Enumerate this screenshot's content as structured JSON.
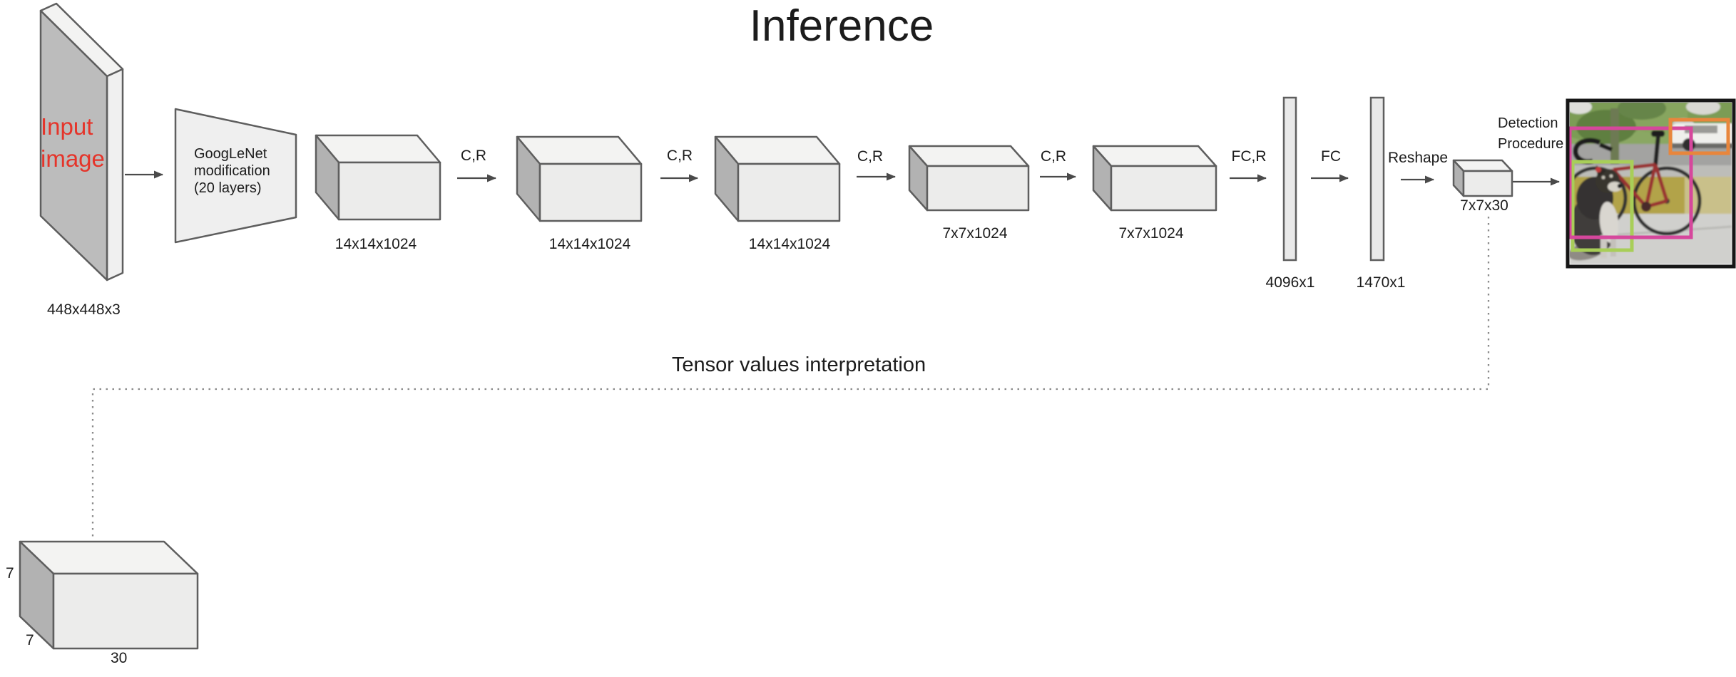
{
  "title": "Inference",
  "colors": {
    "input_caption_red": "#e5342a",
    "bicycle_box_pink": "#d6479c",
    "car_box_orange": "#e8863c",
    "dog_box_green": "#a8ce58"
  },
  "pipeline": {
    "input": {
      "caption_line1": "Input",
      "caption_line2": "image",
      "dims": "448x448x3"
    },
    "backbone": {
      "line1": "GoogLeNet",
      "line2": "modification",
      "line3": "(20 layers)"
    },
    "feature_maps": [
      {
        "dims": "14x14x1024"
      },
      {
        "dims": "14x14x1024"
      },
      {
        "dims": "14x14x1024"
      },
      {
        "dims": "7x7x1024"
      },
      {
        "dims": "7x7x1024"
      }
    ],
    "ops": {
      "conv1": "C,R",
      "conv2": "C,R",
      "conv3": "C,R",
      "conv4": "C,R",
      "fc1": "FC,R",
      "fc2": "FC",
      "reshape": "Reshape"
    },
    "fc_layers": [
      {
        "dims": "4096x1"
      },
      {
        "dims": "1470x1"
      }
    ],
    "output_tensor": {
      "dims": "7x7x30"
    },
    "detection_label_line1": "Detection",
    "detection_label_line2": "Procedure"
  },
  "interpretation": {
    "caption": "Tensor values interpretation",
    "cube": {
      "height": "7",
      "depth": "7",
      "width": "30"
    }
  }
}
